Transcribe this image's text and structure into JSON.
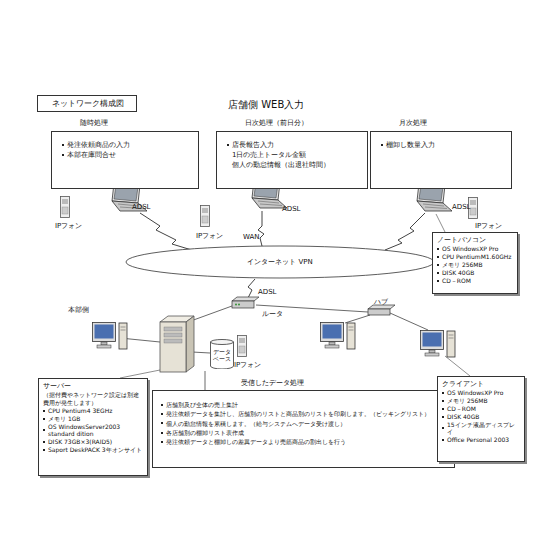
{
  "diagram": {
    "title": "店舗側 WEB入力",
    "nodes": [
      {
        "text": [
          "ネットワーク構成図"
        ]
      },
      {
        "text": [
          "随時処理",
          "発注依頼商品の入力",
          "本部在庫問合せ"
        ]
      },
      {
        "text": [
          "日次処理（前日分）",
          "店長報告入力",
          "1日の売上トータル金額",
          "個人の勤怠情報（出退社時間）"
        ]
      },
      {
        "text": [
          "月次処理",
          "棚卸し数量入力"
        ]
      },
      {
        "text": [
          "インターネット VPN"
        ]
      },
      {
        "text": [
          "ノートパソコン",
          "OS WindowsXP Pro",
          "CPU PentiumM1.60GHz",
          "メモリ 256MB",
          "DISK 40GB",
          "CD－ROM"
        ]
      },
      {
        "text": [
          "データ ベース"
        ]
      },
      {
        "text": [
          "サーバー",
          "（据付費やネットワーク設定は別途費用が発生します）",
          "CPU Pentium4 3EGHz",
          "メモリ 1GB",
          "OS WindowsServer2003 standard dition",
          "DISK 73GB×3(RAID5)",
          "Saport DeskPACK 3年オンサイト"
        ]
      },
      {
        "text": [
          "受信したデータ処理",
          "店舗別及び全体の売上集計",
          "発注依頼データを集計し、店舗別のリストと商品別のリストを印刷します。（ピッキングリスト）",
          "個人の勤怠情報を累積します。（給与システムへデータ受け渡し）",
          "各店舗別の棚卸リスト表作成",
          "発注依頼データと棚卸しの差異データより売筋商品の割出しを行う"
        ]
      },
      {
        "text": [
          "クライアント",
          "OS WindowsXP Pro",
          "メモリ 256MB",
          "CD－ROM",
          "DISK 40GB",
          "15インチ液晶ディスプレイ",
          "Office Personal 2003"
        ]
      }
    ],
    "labels": [
      "ADSL",
      "IPフォン",
      "ADSL",
      "IPフォン",
      "ADSL",
      "IPフォン",
      "WAN",
      "本部側",
      "ADSL",
      "ルータ",
      "ハブ",
      "IPフォン"
    ]
  }
}
